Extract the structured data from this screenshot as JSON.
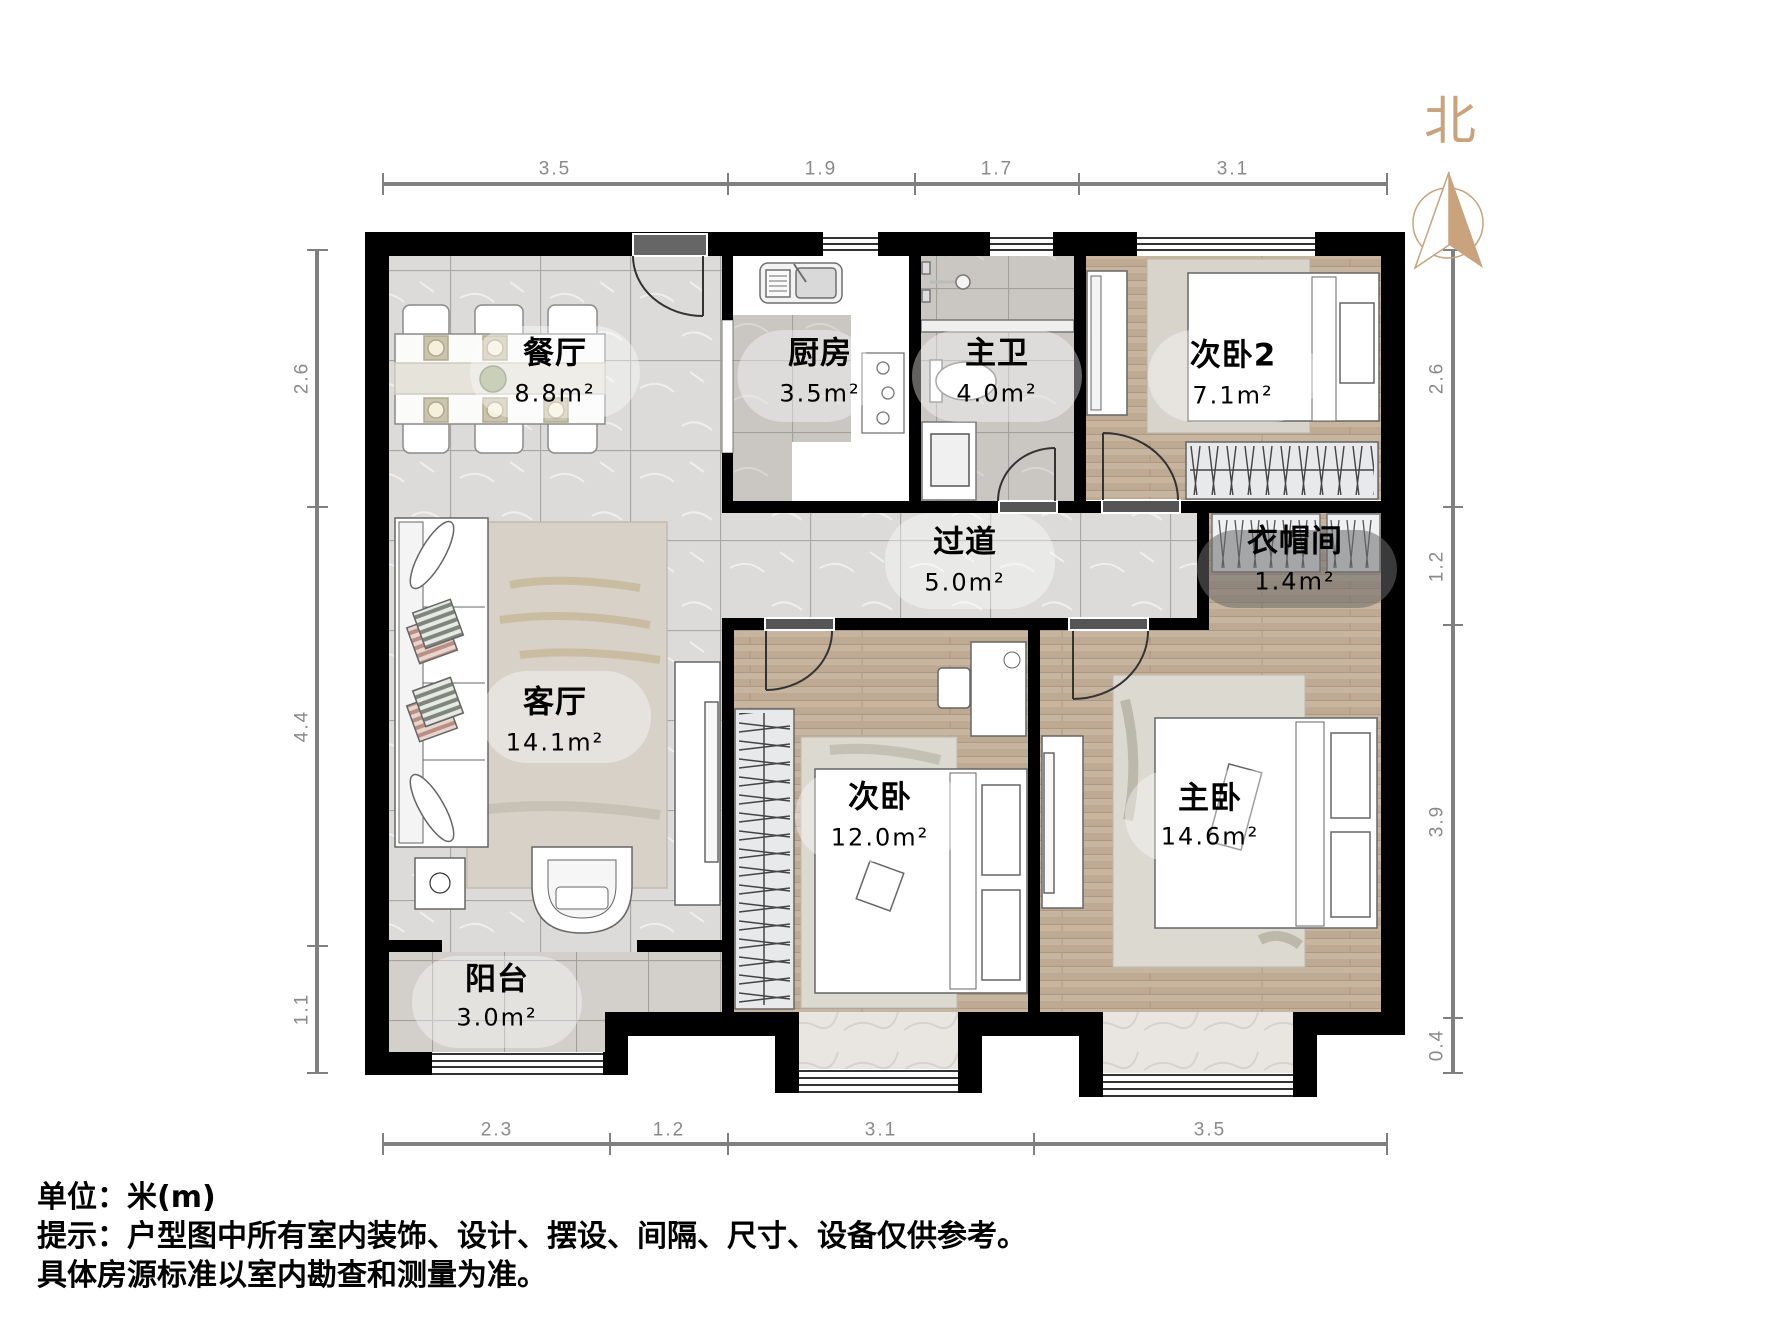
{
  "compass": {
    "label": "北",
    "icon": "north-arrow-icon"
  },
  "dimensions": {
    "unit": "m",
    "top": [
      {
        "label": "3.5"
      },
      {
        "label": "1.9"
      },
      {
        "label": "1.7"
      },
      {
        "label": "3.1"
      }
    ],
    "bottom": [
      {
        "label": "2.3"
      },
      {
        "label": "1.2"
      },
      {
        "label": "3.1"
      },
      {
        "label": "3.5"
      }
    ],
    "left": [
      {
        "label": "2.6"
      },
      {
        "label": "4.4"
      },
      {
        "label": "1.1"
      }
    ],
    "right": [
      {
        "label": "2.6"
      },
      {
        "label": "1.2"
      },
      {
        "label": "3.9"
      },
      {
        "label": "0.4"
      }
    ]
  },
  "rooms": [
    {
      "name": "餐厅",
      "area": "8.8m²"
    },
    {
      "name": "厨房",
      "area": "3.5m²"
    },
    {
      "name": "主卫",
      "area": "4.0m²"
    },
    {
      "name": "次卧2",
      "area": "7.1m²"
    },
    {
      "name": "过道",
      "area": "5.0m²"
    },
    {
      "name": "衣帽间",
      "area": "1.4m²"
    },
    {
      "name": "客厅",
      "area": "14.1m²"
    },
    {
      "name": "次卧",
      "area": "12.0m²"
    },
    {
      "name": "主卧",
      "area": "14.6m²"
    },
    {
      "name": "阳台",
      "area": "3.0m²"
    }
  ],
  "notes": {
    "unit": "单位：米(m)",
    "hint": "提示：户型图中所有室内装饰、设计、摆设、间隔、尺寸、设备仅供参考。",
    "standard": "具体房源标准以室内勘查和测量为准。"
  },
  "colors": {
    "wall": "#000000",
    "dimension_line": "#808080",
    "compass": "#c9a27e",
    "tile_floor": "#dcdbd9",
    "wood_floor": "#c6b49f",
    "label_text": "#000000"
  }
}
